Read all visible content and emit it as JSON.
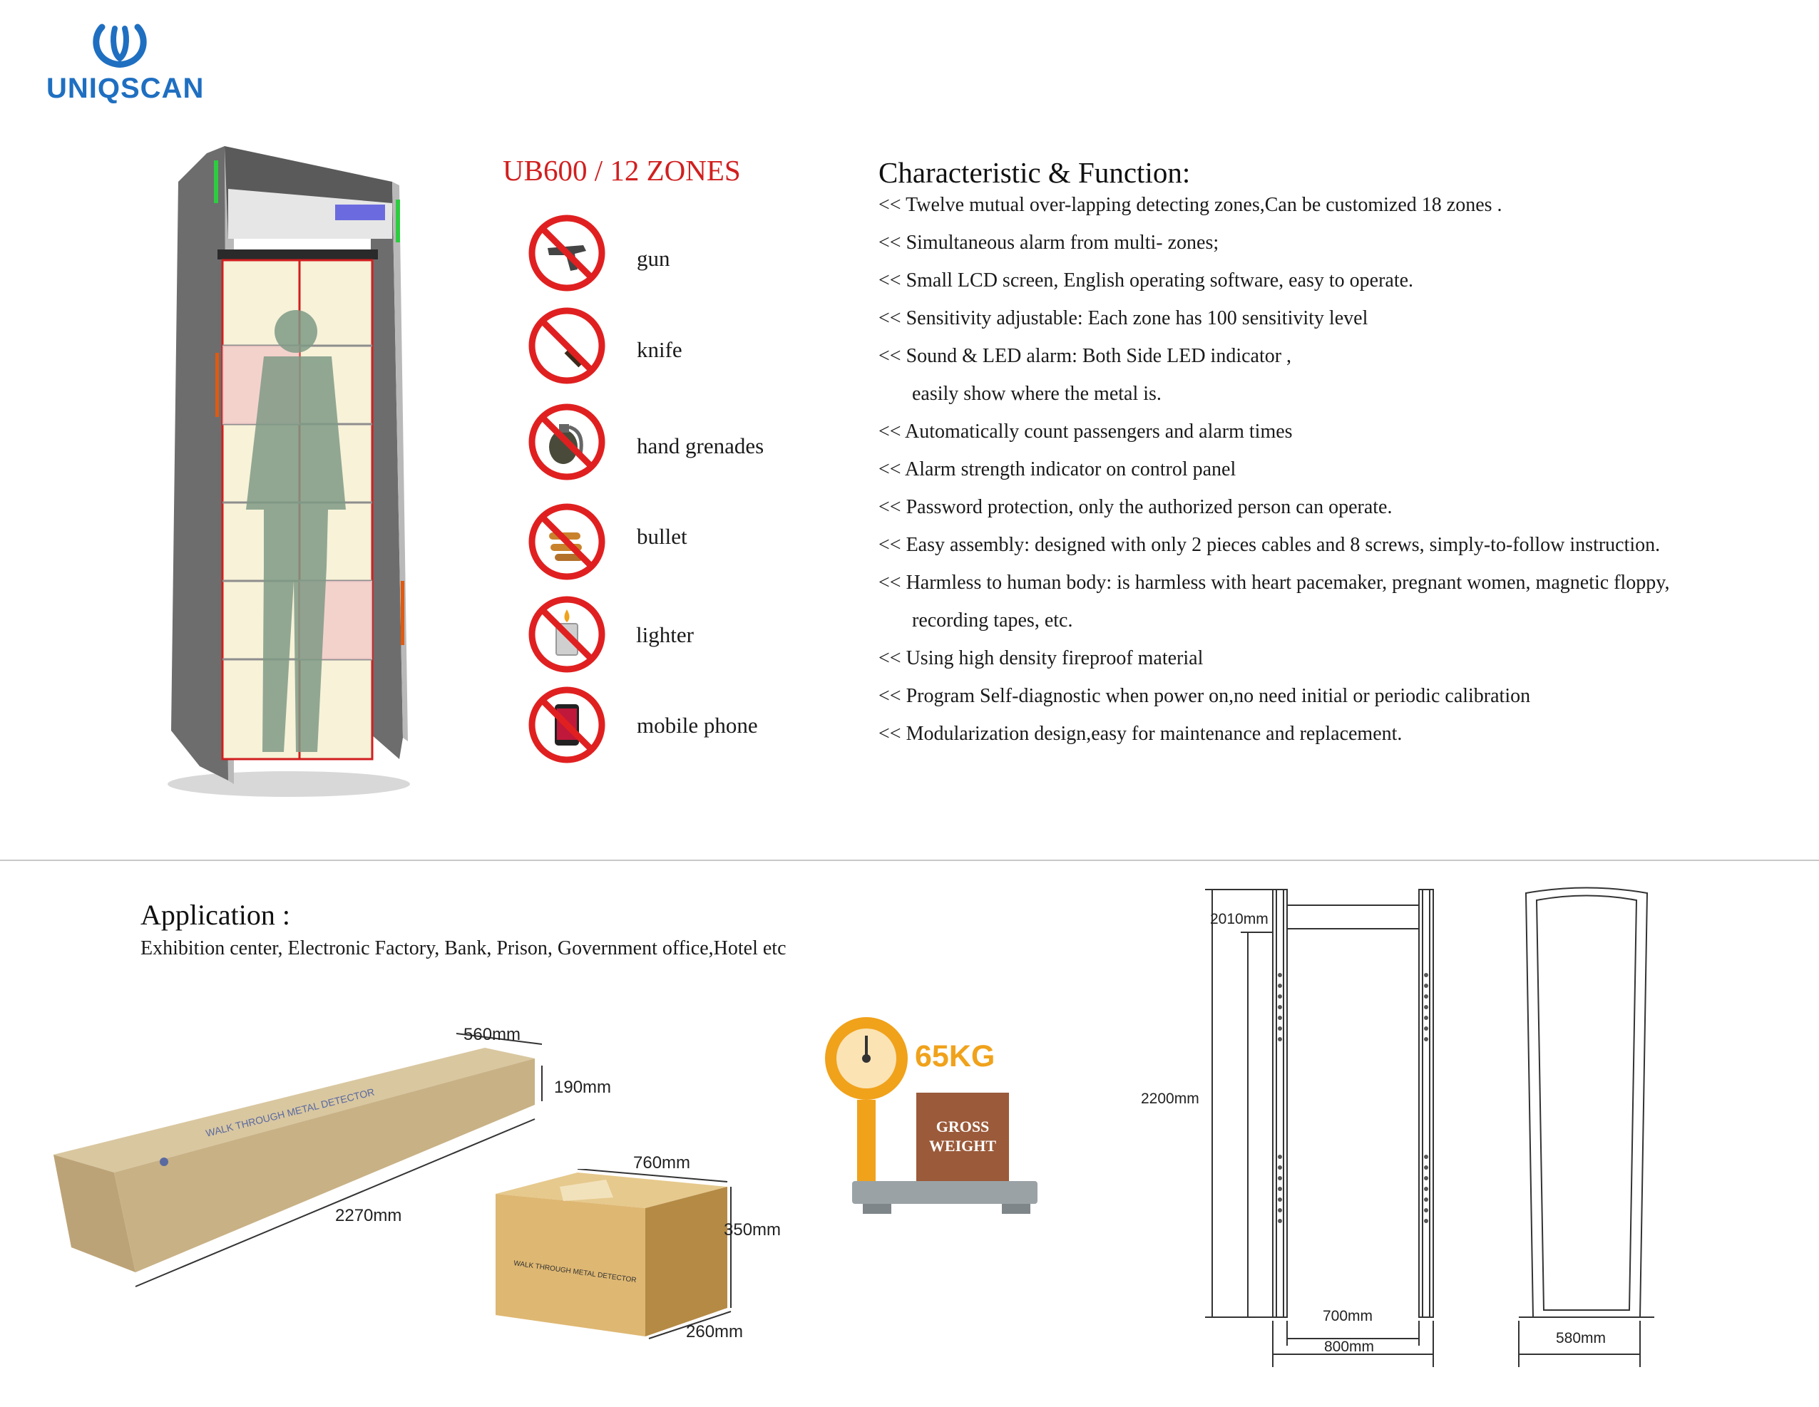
{
  "brand": {
    "name": "UNIQSCAN"
  },
  "product": {
    "model": "UB600 / 12 ZONES"
  },
  "prohibited_items": [
    {
      "label": "gun",
      "icon": "gun-icon"
    },
    {
      "label": "knife",
      "icon": "knife-icon"
    },
    {
      "label": "hand grenades",
      "icon": "grenade-icon"
    },
    {
      "label": "bullet",
      "icon": "bullet-icon"
    },
    {
      "label": "lighter",
      "icon": "lighter-icon"
    },
    {
      "label": "mobile phone",
      "icon": "mobile-phone-icon"
    }
  ],
  "characteristics": {
    "title": "Characteristic & Function:",
    "items": [
      "<< Twelve mutual over-lapping detecting zones,Can be customized 18 zones .",
      "<< Simultaneous alarm from multi- zones;",
      "<< Small LCD screen, English operating software, easy to operate.",
      "<< Sensitivity adjustable: Each zone has 100 sensitivity level",
      "<< Sound & LED alarm: Both Side LED indicator ,",
      "easily show where the metal is.",
      "<< Automatically count passengers and alarm times",
      "<< Alarm strength indicator on control panel",
      "<< Password protection, only the authorized person can operate.",
      "<< Easy assembly: designed with only 2 pieces cables and 8 screws, simply-to-follow instruction.",
      "<< Harmless to human body: is harmless with heart pacemaker, pregnant women, magnetic floppy,",
      "recording tapes, etc.",
      "<< Using high density fireproof material",
      "<< Program Self-diagnostic when power on,no need initial or periodic calibration",
      "<< Modularization design,easy for maintenance and replacement."
    ]
  },
  "application": {
    "title": "Application :",
    "text": "Exhibition center, Electronic Factory, Bank, Prison, Government office,Hotel etc"
  },
  "packaging": {
    "long_box": {
      "width": "560mm",
      "height": "190mm",
      "length": "2270mm"
    },
    "small_box": {
      "width": "760mm",
      "height": "350mm",
      "depth": "260mm",
      "print": "WALK THROUGH METAL DETECTOR"
    }
  },
  "weight": {
    "value": "65KG",
    "label_line1": "GROSS",
    "label_line2": "WEIGHT"
  },
  "dimensions": {
    "inner_height": "2010mm",
    "total_height": "2200mm",
    "inner_width": "700mm",
    "outer_width": "800mm",
    "depth": "580mm"
  },
  "colors": {
    "brand_blue": "#1f6fc1",
    "model_red": "#d11f1f",
    "prohibit_red": "#e02020",
    "weight_orange": "#f0a21b"
  }
}
